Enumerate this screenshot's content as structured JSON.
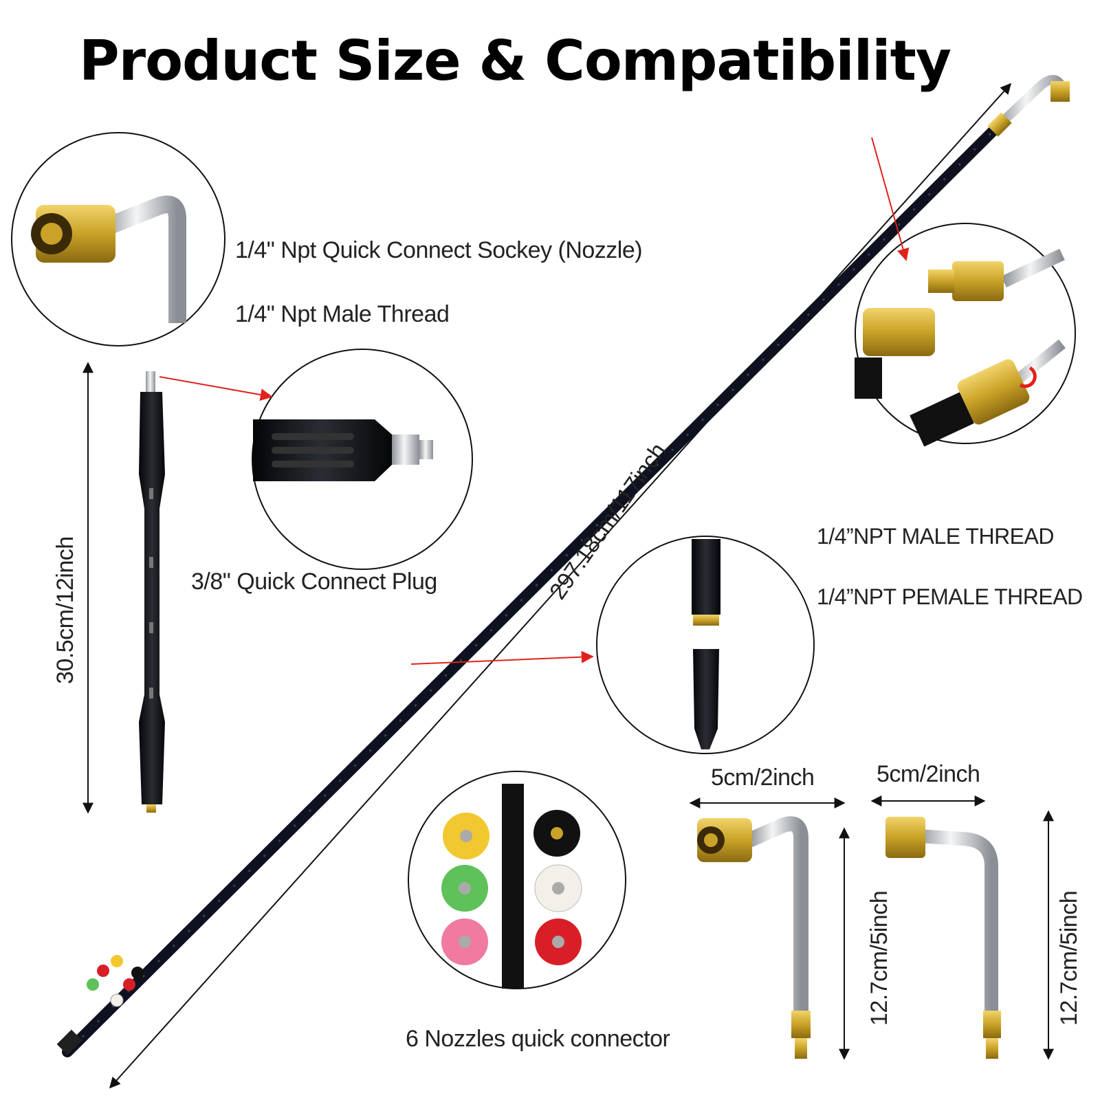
{
  "title": "Product Size & Compatibility",
  "labels": {
    "socket_nozzle": "1/4\" Npt Quick Connect Sockey (Nozzle)",
    "male_thread": "1/4\" Npt Male Thread",
    "quick_plug": "3/8\" Quick Connect Plug",
    "wand_length": "297.18cm/117inch",
    "handle_length": "30.5cm/12inch",
    "npt_male_upper": "1/4”NPT MALE THREAD",
    "npt_female_upper": "1/4”NPT PEMALE THREAD",
    "width_a": "5cm/2inch",
    "width_b": "5cm/2inch",
    "height_a": "12.7cm/5inch",
    "height_b": "12.7cm/5inch",
    "nozzles": "6 Nozzles quick connector"
  },
  "colors": {
    "wand": "#0e1220",
    "brass": "#c9a227",
    "steel": "#b9bdc2",
    "arrow_red": "#e0221c",
    "nozzle_yellow": "#f2c830",
    "nozzle_green": "#5ec15a",
    "nozzle_pink": "#f07aa0",
    "nozzle_red": "#d81f28",
    "nozzle_white": "#f3f0ea",
    "nozzle_black": "#111111"
  }
}
